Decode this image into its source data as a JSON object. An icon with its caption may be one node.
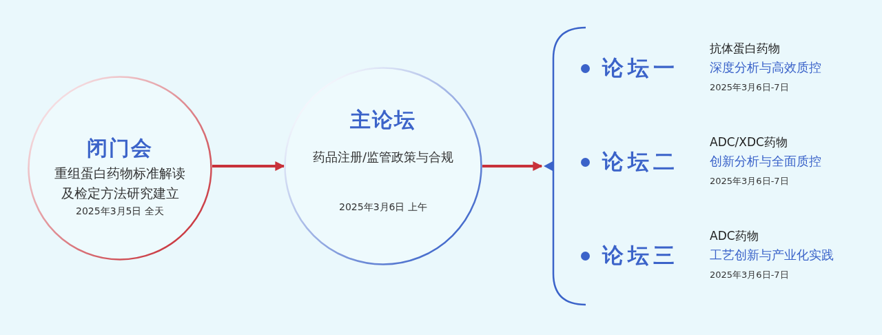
{
  "diagram": {
    "nodes": [
      {
        "text": [
          "闭门会",
          "重组蛋白药物标准解读及检定方法研究建立",
          "2025年3月5日 全天"
        ]
      },
      {
        "text": [
          "主论坛",
          "药品注册/监管政策与合规",
          "2025年3月6日 上午"
        ]
      },
      {
        "text": [],
        "shape": "bracket"
      },
      {
        "text": [
          "论坛一"
        ],
        "beside": [
          "抗体蛋白药物",
          "深度分析与高效质控",
          "2025年3月6日-7日"
        ]
      },
      {
        "text": [
          "论坛二"
        ],
        "beside": [
          "ADC/XDC药物",
          "创新分析与全面质控",
          "2025年3月6日-7日"
        ]
      },
      {
        "text": [
          "论坛三"
        ],
        "beside": [
          "ADC药物",
          "工艺创新与产业化实践",
          "2025年3月6日-7日"
        ]
      }
    ],
    "edges": [
      {
        "from": 0,
        "to": 1,
        "arrow": "to"
      },
      {
        "from": 1,
        "to": 2,
        "arrow": "to"
      }
    ]
  }
}
